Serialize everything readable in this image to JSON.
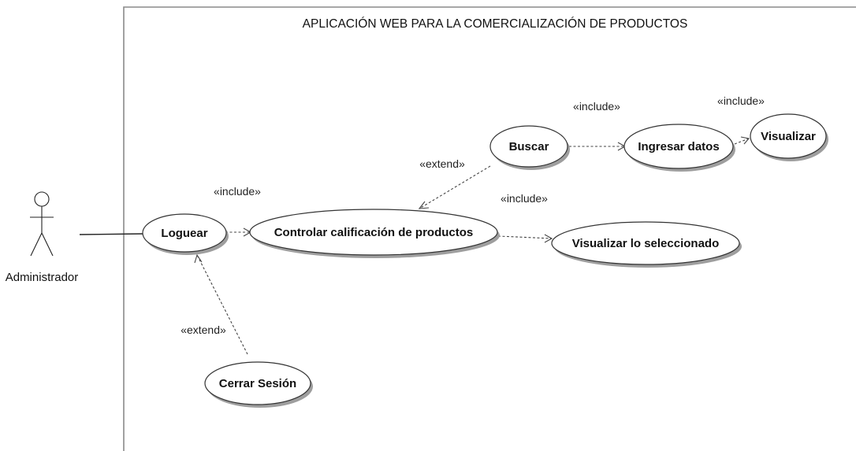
{
  "system": {
    "title": "APLICACIÓN WEB PARA LA COMERCIALIZACIÓN DE PRODUCTOS"
  },
  "actor": {
    "name": "Administrador"
  },
  "use_cases": {
    "loguear": "Loguear",
    "controlar": "Controlar calificación de productos",
    "buscar": "Buscar",
    "ingresar": "Ingresar datos",
    "visualizar": "Visualizar",
    "visualizar_sel": "Visualizar lo seleccionado",
    "cerrar": "Cerrar Sesión"
  },
  "relations": {
    "loguear_controlar": "«include»",
    "controlar_buscar": "«extend»",
    "buscar_ingresar": "«include»",
    "ingresar_visualizar": "«include»",
    "controlar_visualizar_sel": "«include»",
    "cerrar_loguear": "«extend»"
  }
}
